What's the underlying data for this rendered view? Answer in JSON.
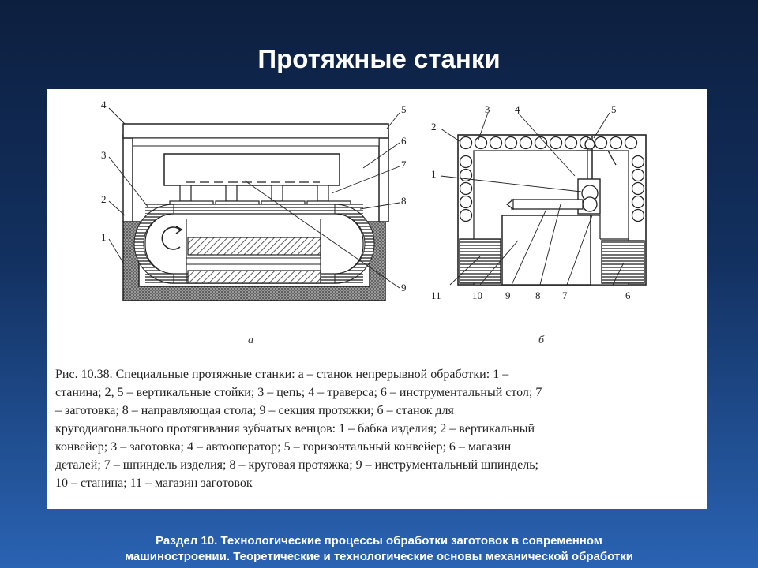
{
  "slide": {
    "title": "Протяжные станки",
    "footer": {
      "line1": "Раздел 10. Технологические процессы обработки заготовок в современном",
      "line2": "машиностроении. Теоретические и технологические основы механической обработки"
    }
  },
  "figure": {
    "left_view": {
      "sublabel": "а",
      "part_numbers": [
        "4",
        "5",
        "6",
        "3",
        "7",
        "2",
        "8",
        "1",
        "9"
      ]
    },
    "right_view": {
      "sublabel": "б",
      "part_numbers": [
        "3",
        "4",
        "5",
        "2",
        "1",
        "11",
        "10",
        "9",
        "8",
        "7",
        "6"
      ]
    },
    "caption_lines": [
      "Рис. 10.38. Специальные протяжные станки: а – станок непрерывной обработки: 1 –",
      "станина; 2, 5 – вертикальные стойки; 3 – цепь; 4 – траверса; 6 – инструментальный стол; 7",
      "– заготовка; 8 – направляющая стола; 9 – секция протяжки; б – станок для",
      "кругодиагонального протягивания зубчатых венцов: 1 – бабка изделия; 2 – вертикальный",
      "конвейер; 3 – заготовка; 4 – автооператор; 5 – горизонтальный конвейер; 6 – магазин",
      "деталей; 7 – шпиндель изделия; 8 – круговая протяжка; 9 – инструментальный шпиндель;",
      "10 – станина; 11 – магазин заготовок"
    ]
  }
}
